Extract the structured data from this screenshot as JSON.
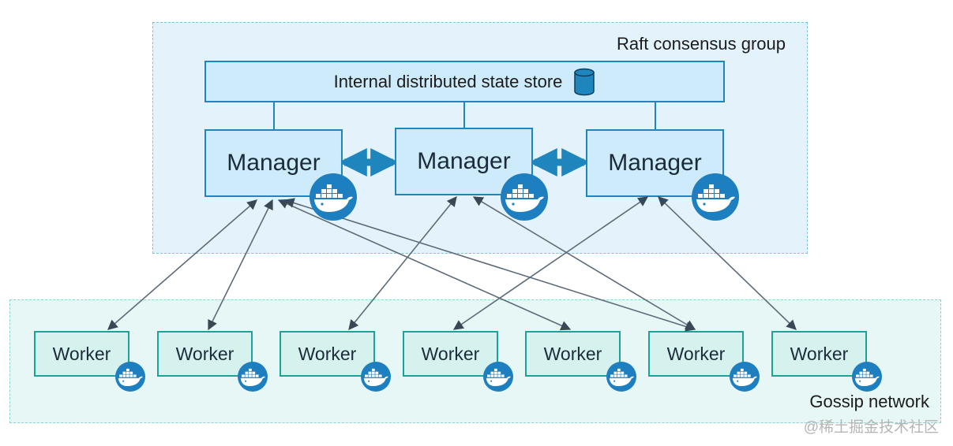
{
  "raft_group": {
    "label": "Raft consensus group"
  },
  "gossip_group": {
    "label": "Gossip network"
  },
  "store": {
    "label": "Internal distributed state store"
  },
  "managers": [
    {
      "label": "Manager"
    },
    {
      "label": "Manager"
    },
    {
      "label": "Manager"
    }
  ],
  "workers": [
    {
      "label": "Worker"
    },
    {
      "label": "Worker"
    },
    {
      "label": "Worker"
    },
    {
      "label": "Worker"
    },
    {
      "label": "Worker"
    },
    {
      "label": "Worker"
    },
    {
      "label": "Worker"
    }
  ],
  "watermark": "@稀土掘金技术社区",
  "colors": {
    "manager_border": "#1f86bd",
    "manager_fill": "#cdebfa",
    "worker_border": "#1aa39b",
    "worker_fill": "#d6f2ee",
    "link": "#5d6b78",
    "manager_link": "#1f86bd",
    "docker_badge": "#1d7ec0"
  },
  "connections": [
    {
      "manager": 0,
      "worker": 0
    },
    {
      "manager": 0,
      "worker": 1
    },
    {
      "manager": 0,
      "worker": 4
    },
    {
      "manager": 0,
      "worker": 5
    },
    {
      "manager": 1,
      "worker": 2
    },
    {
      "manager": 1,
      "worker": 5
    },
    {
      "manager": 2,
      "worker": 3
    },
    {
      "manager": 2,
      "worker": 6
    }
  ]
}
